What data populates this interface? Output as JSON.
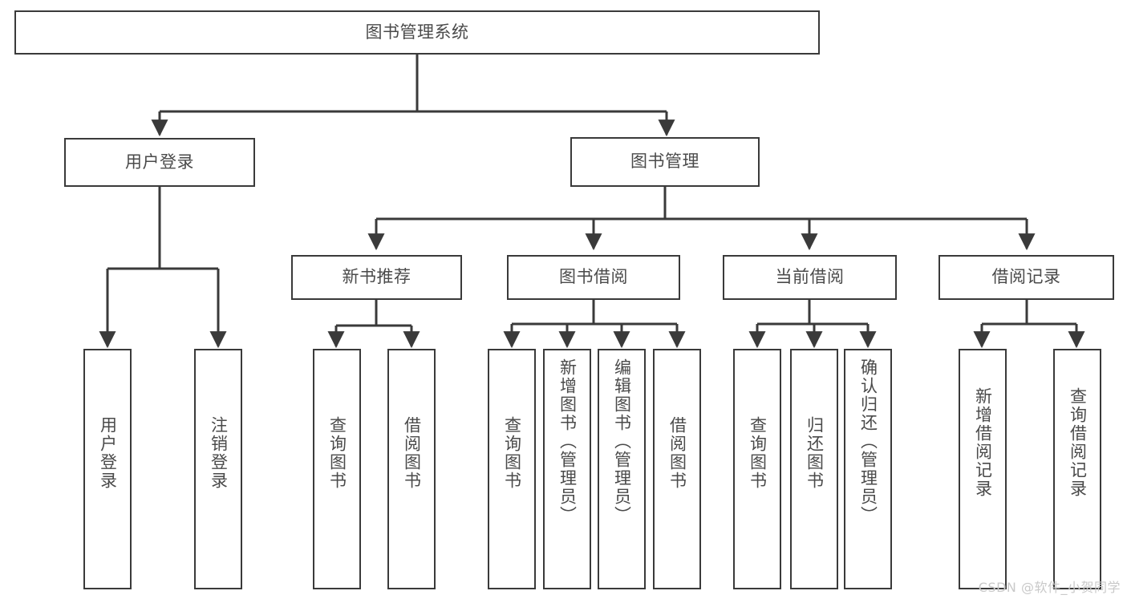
{
  "diagram": {
    "type": "tree-hierarchy-chart",
    "title_node": "图书管理系统",
    "watermark": "CSDN @软件_小贺同学",
    "colors": {
      "stroke": "#3a3a3a",
      "text": "#4a4a4a",
      "background": "#ffffff",
      "watermark": "#c9c9c9"
    },
    "nodes": {
      "root": {
        "label": "图书管理系统"
      },
      "level2": [
        {
          "label": "用户登录"
        },
        {
          "label": "图书管理"
        }
      ],
      "level3": [
        {
          "label": "新书推荐"
        },
        {
          "label": "图书借阅"
        },
        {
          "label": "当前借阅"
        },
        {
          "label": "借阅记录"
        }
      ],
      "leaves": {
        "user_login": [
          {
            "label": "用户登录"
          },
          {
            "label": "注销登录"
          }
        ],
        "new_book_recommend": [
          {
            "label": "查询图书"
          },
          {
            "label": "借阅图书"
          }
        ],
        "book_borrow": [
          {
            "label": "查询图书"
          },
          {
            "label": "新增图书（管理员）"
          },
          {
            "label": "编辑图书（管理员）"
          },
          {
            "label": "借阅图书"
          }
        ],
        "current_borrow": [
          {
            "label": "查询图书"
          },
          {
            "label": "归还图书"
          },
          {
            "label": "确认归还（管理员）"
          }
        ],
        "borrow_record": [
          {
            "label": "新增借阅记录"
          },
          {
            "label": "查询借阅记录"
          }
        ]
      }
    }
  }
}
